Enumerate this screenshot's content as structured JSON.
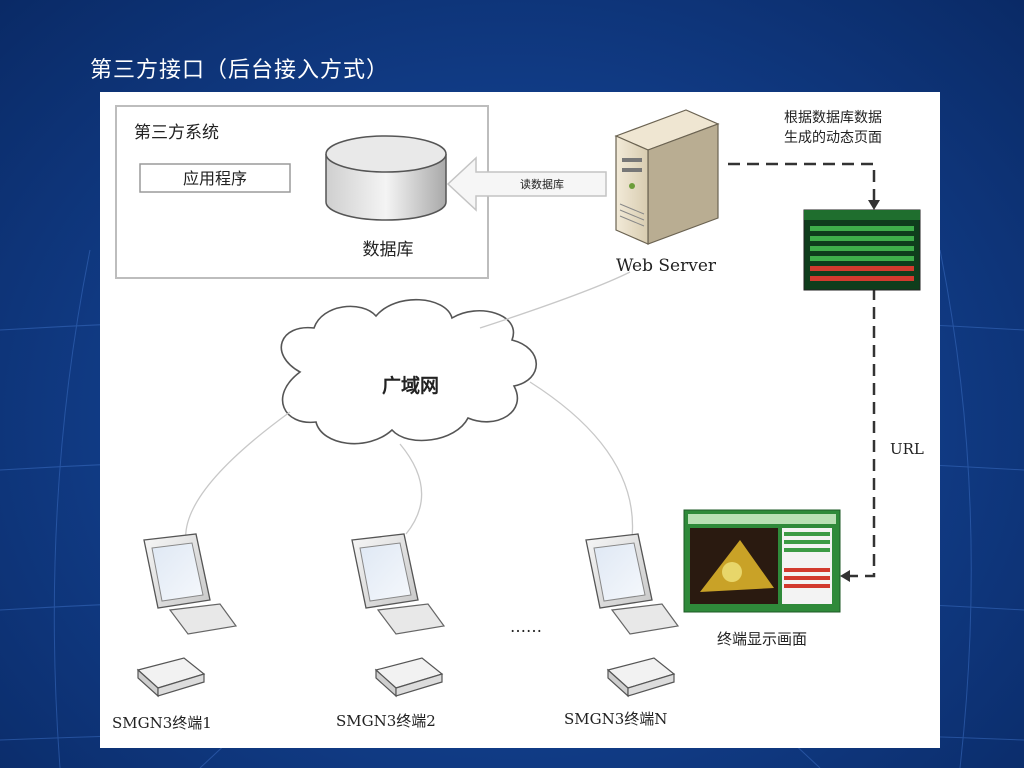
{
  "slide": {
    "title": "第三方接口（后台接入方式）"
  },
  "diagram": {
    "third_party_label": "第三方系统",
    "app_label": "应用程序",
    "db_label": "数据库",
    "read_db_label": "读数据库",
    "server_label": "Web Server",
    "dynamic_page_note_line1": "根据数据库数据",
    "dynamic_page_note_line2": "生成的动态页面",
    "wan_label": "广域网",
    "url_label": "URL",
    "terminal_screen_label": "终端显示画面",
    "ellipsis": "……",
    "terminals": [
      {
        "label": "SMGN3终端1"
      },
      {
        "label": "SMGN3终端2"
      },
      {
        "label": "SMGN3终端N"
      }
    ]
  },
  "colors": {
    "background": "#123f8c",
    "dashed_line": "#333333",
    "table_bg": "#0f3d1c",
    "screen_frame": "#2f8a3a"
  }
}
